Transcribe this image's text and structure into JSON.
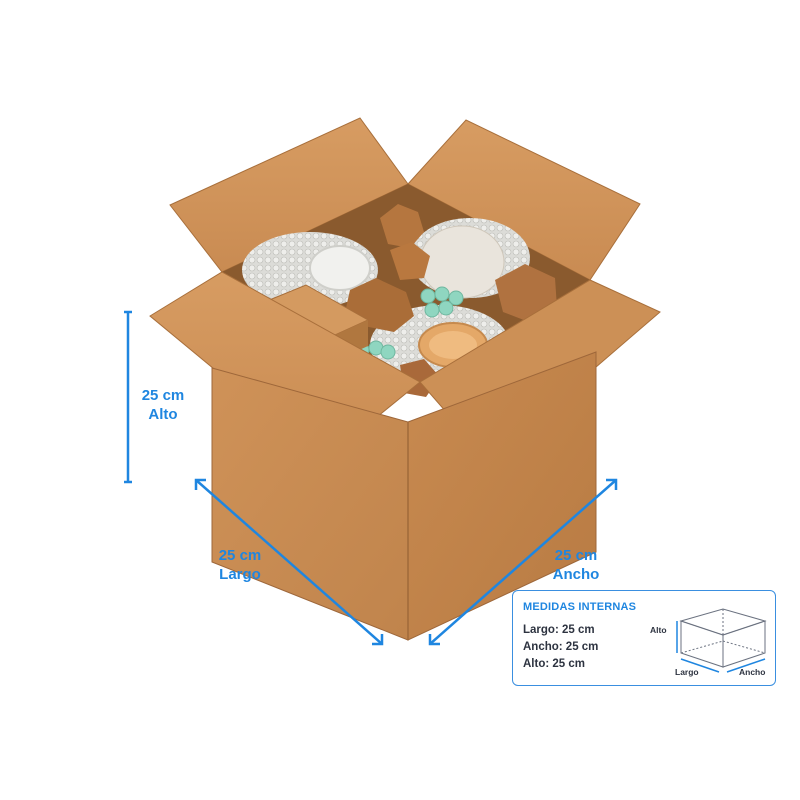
{
  "dimensions": {
    "alto": {
      "value": "25 cm",
      "label": "Alto"
    },
    "largo": {
      "value": "25 cm",
      "label": "Largo"
    },
    "ancho": {
      "value": "25 cm",
      "label": "Ancho"
    }
  },
  "info_card": {
    "title": "MEDIDAS INTERNAS",
    "largo_line": "Largo: 25 cm",
    "ancho_line": "Ancho: 25 cm",
    "alto_line": "Alto: 25 cm",
    "diagram_labels": {
      "alto": "Alto",
      "largo": "Largo",
      "ancho": "Ancho"
    }
  },
  "colors": {
    "accent": "#1f86e0",
    "cardboard": "#c98a50",
    "kraft_paper": "#b5763f",
    "foam": "#8fd6c0"
  }
}
